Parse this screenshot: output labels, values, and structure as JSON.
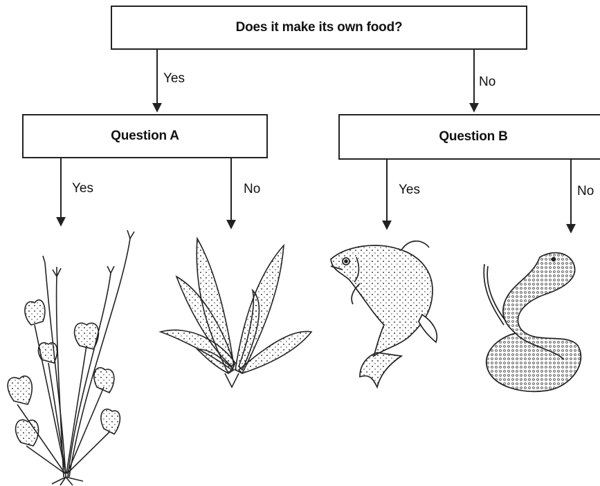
{
  "root_question": "Does it make its own food?",
  "question_a": "Question A",
  "question_b": "Question B",
  "root_branches": {
    "yes": "Yes",
    "no": "No"
  },
  "a_branches": {
    "yes": "Yes",
    "no": "No"
  },
  "b_branches": {
    "yes": "Yes",
    "no": "No"
  },
  "organisms": [
    {
      "icon": "flowering-plant-icon"
    },
    {
      "icon": "leafy-plant-icon"
    },
    {
      "icon": "fish-icon"
    },
    {
      "icon": "snake-icon"
    }
  ]
}
